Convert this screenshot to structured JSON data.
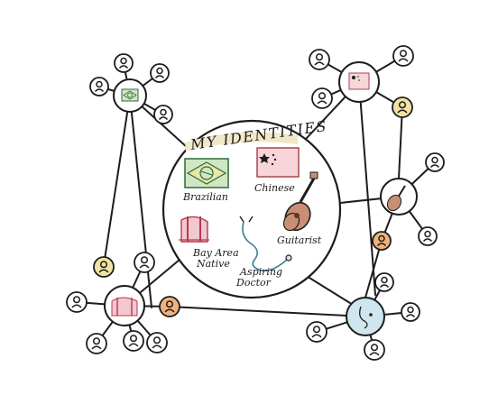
{
  "title": "MY IDENTITIES",
  "identities": [
    {
      "label": "Brazilian"
    },
    {
      "label": "Chinese"
    },
    {
      "label": "Guitarist"
    },
    {
      "label_lines": [
        "Bay Area",
        "Native"
      ]
    },
    {
      "label_lines": [
        "Aspiring",
        "Doctor"
      ]
    }
  ],
  "colors": {
    "brazil_green": "#cfe7c5",
    "brazil_yellow": "#e9e7a8",
    "china_pink": "#f7d5d8",
    "bay_area_pink": "#f3c7cf",
    "guitar_brown": "#c98e74",
    "doctor_blue": "#cfe6ee",
    "title_highlight": "#f1e8c7",
    "person_yellow": "#f1e3a3",
    "person_orange": "#f0b27c"
  }
}
